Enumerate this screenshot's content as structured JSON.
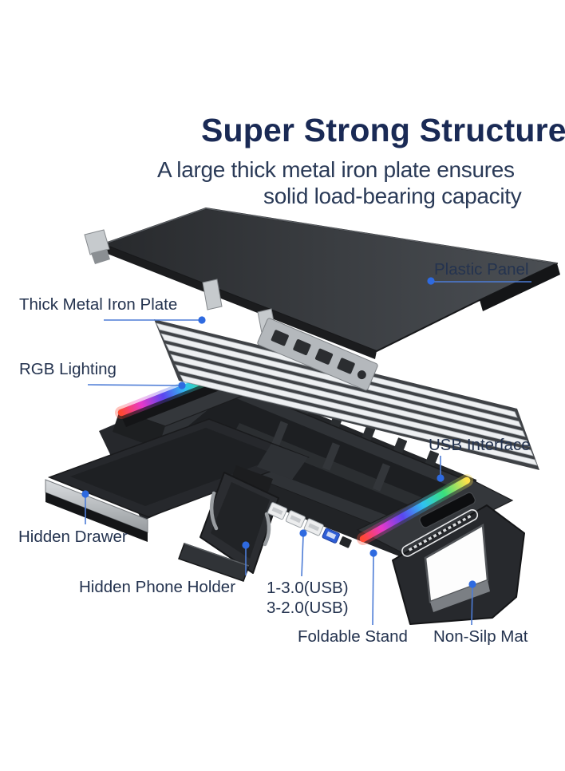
{
  "header": {
    "title": "Super Strong Structure",
    "subtitle_line1": "A large thick metal iron plate ensures",
    "subtitle_line2": "solid load-bearing capacity"
  },
  "diagram": {
    "labels": {
      "plastic_panel": "Plastic Panel",
      "iron_plate": "Thick Metal Iron Plate",
      "rgb_lighting": "RGB Lighting",
      "usb_interface": "USB Interface",
      "hidden_drawer": "Hidden Drawer",
      "phone_holder": "Hidden Phone Holder",
      "usb_ports_line1": "1-3.0(USB)",
      "usb_ports_line2": "3-2.0(USB)",
      "foldable_stand": "Foldable Stand",
      "non_slip_mat": "Non-Silp Mat"
    }
  },
  "colors": {
    "title_navy": "#1a2a55",
    "subtitle_navy": "#2a3a57",
    "label_navy": "#24334f",
    "leader_line_blue": "#4d7cd6",
    "leader_dot_blue": "#2e6ae0",
    "rgb_strip_gradient": [
      "#ff4833",
      "#e838c8",
      "#5b45f0",
      "#2fc3f0",
      "#39e07c",
      "#ffe14a"
    ]
  }
}
